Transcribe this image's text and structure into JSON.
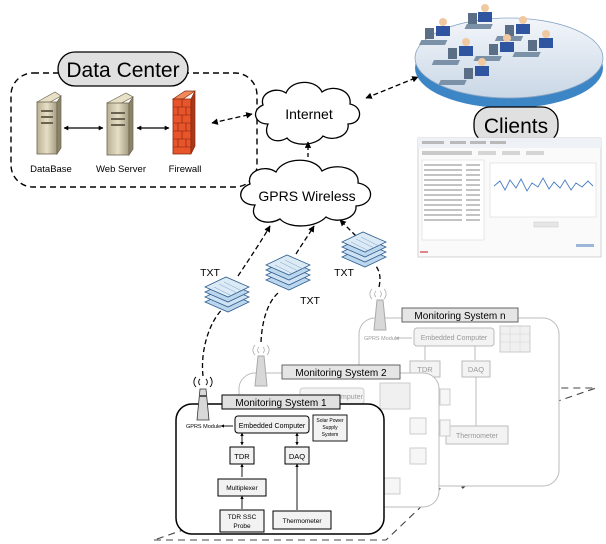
{
  "data_center": {
    "title": "Data Center",
    "database": "DataBase",
    "web_server": "Web Server",
    "firewall": "Firewall"
  },
  "internet": "Internet",
  "gprs": "GPRS Wireless",
  "clients": "Clients",
  "txt_labels": [
    "TXT",
    "TXT",
    "TXT"
  ],
  "systems": {
    "s1": {
      "title": "Monitoring System 1",
      "gprs_module": "GPRS Module",
      "embedded": "Embedded Computer",
      "solar": [
        "Solar Power",
        "Supply",
        "System"
      ],
      "tdr": "TDR",
      "daq": "DAQ",
      "multiplexer": "Multiplexer",
      "probe": [
        "TDR SSC",
        "Probe"
      ],
      "thermometer": "Thermometer"
    },
    "s2": {
      "title": "Monitoring System 2",
      "embedded_partial": "omputer"
    },
    "sn": {
      "title": "Monitoring System n",
      "gprs_module": "GPRS Module",
      "embedded": "Embedded Computer",
      "tdr": "TDR",
      "daq": "DAQ",
      "thermometer": "Thermometer"
    }
  },
  "colors": {
    "firewall": "#e8552a",
    "server": "#cfc7a6",
    "client_platform": "#3d86c6",
    "system_faded": "#bbbbbb",
    "stack_paper": "#bcd6ee"
  }
}
